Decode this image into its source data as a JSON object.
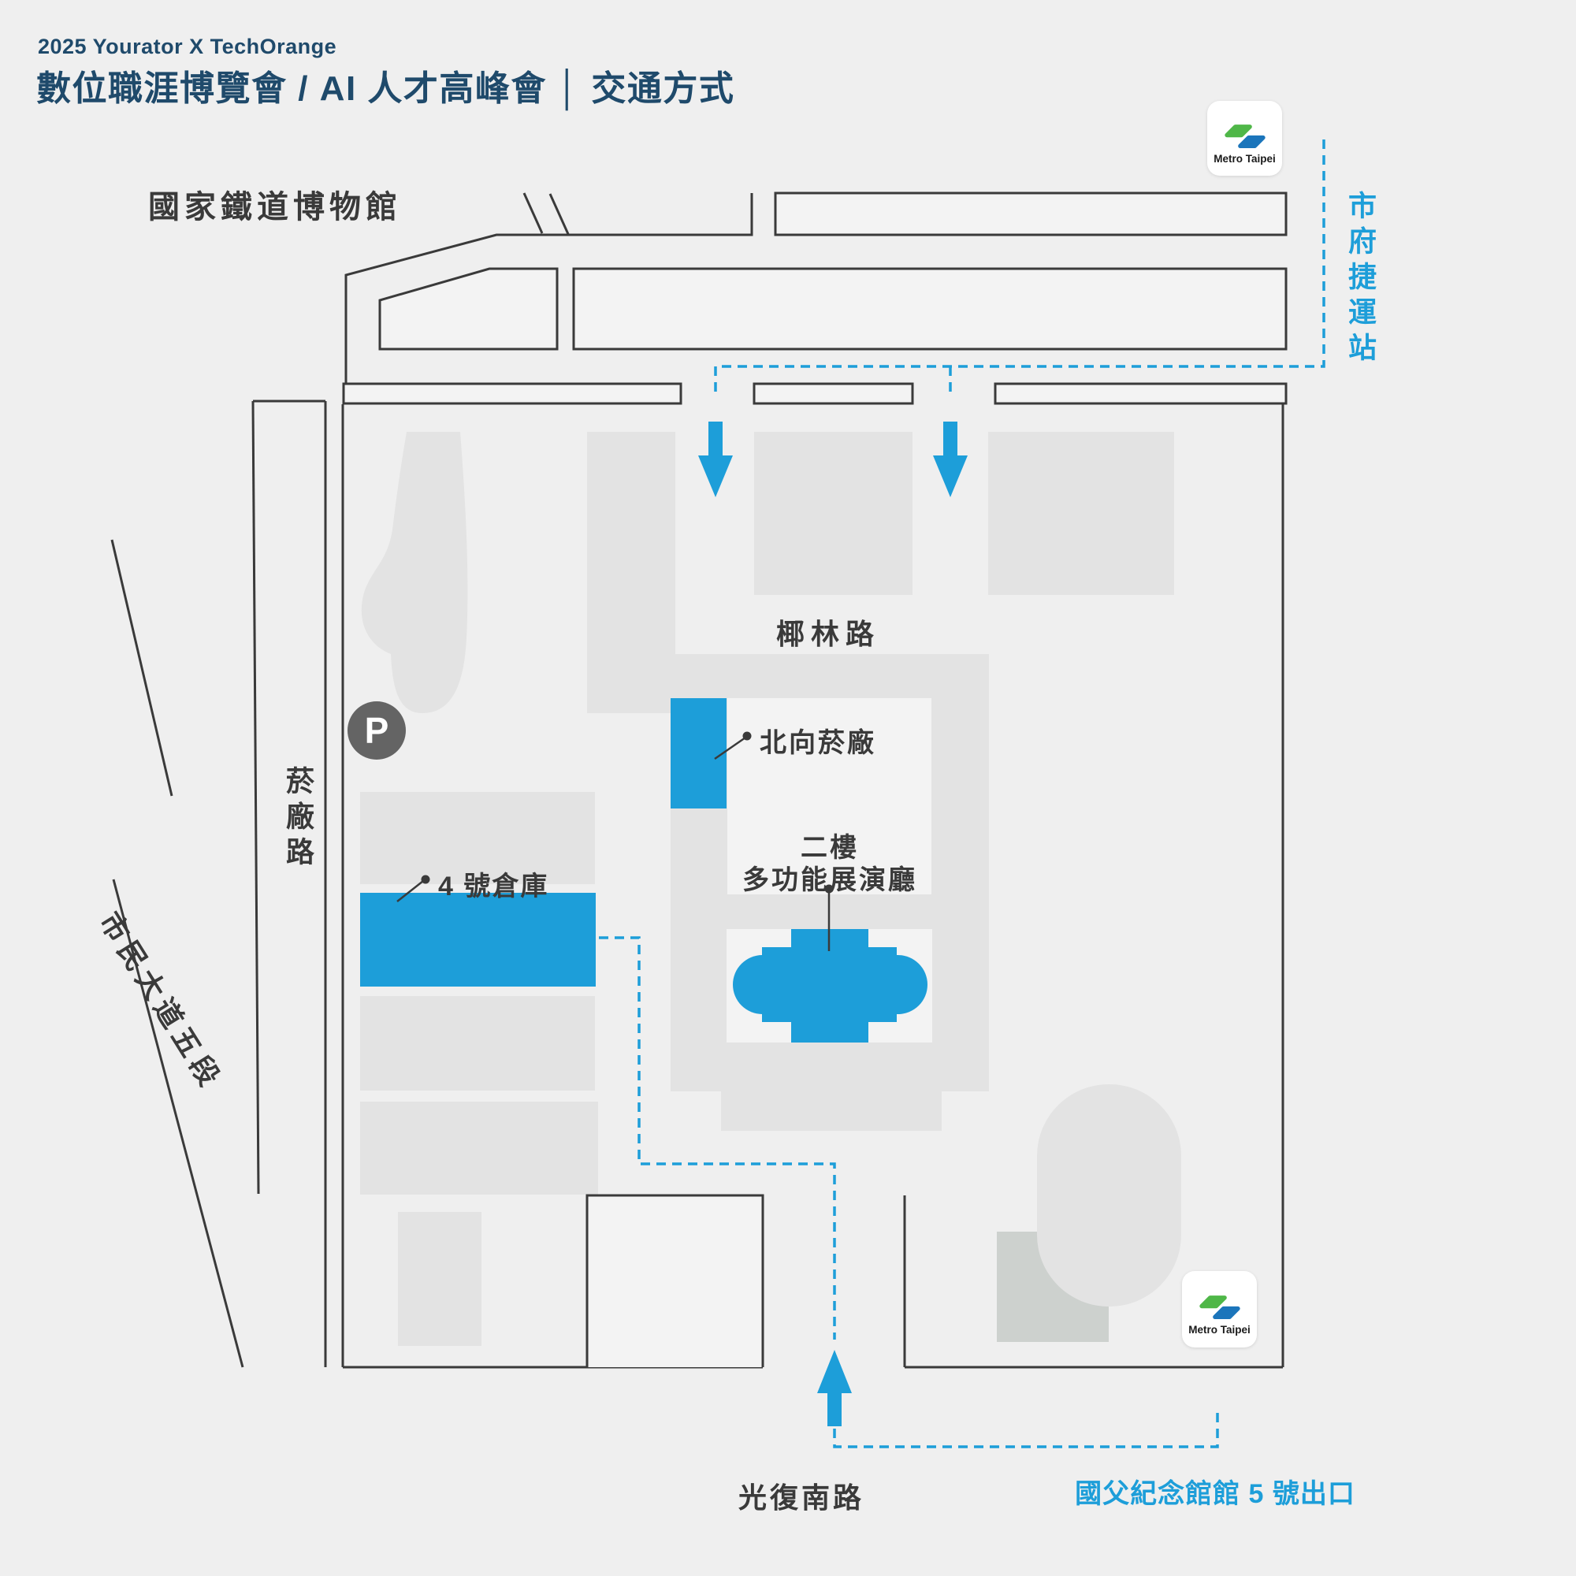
{
  "header": {
    "brand": "2025 Yourator X TechOrange",
    "title": "數位職涯博覽會 / AI 人才高峰會  │  交通方式"
  },
  "labels": {
    "railway_museum": "國家鐵道博物館",
    "mrt_station": "市府捷運站",
    "yanchang_road": "菸廠路",
    "civic_blvd": "市民大道五段",
    "yelin_road": "椰林路",
    "north_factory": "北向菸廠",
    "hall_floor": "二樓",
    "hall_name": "多功能展演廳",
    "warehouse_4": "4 號倉庫",
    "guangfu_road": "光復南路",
    "syms_exit": "國父紀念館館 5 號出口",
    "parking": "P"
  },
  "metro": {
    "label": "Metro Taipei"
  },
  "colors": {
    "background": "#EFEFEF",
    "navy_title": "#1F4A6B",
    "accent_blue": "#1D9ED9",
    "road_line": "#3A3A3A",
    "building_gray": "#E3E3E3",
    "building_dark_gray": "#CDD1CE",
    "courtyard": "#F3F3F3",
    "metro_green": "#4FB748",
    "metro_blue": "#1B75BB",
    "parking_gray": "#646464"
  }
}
